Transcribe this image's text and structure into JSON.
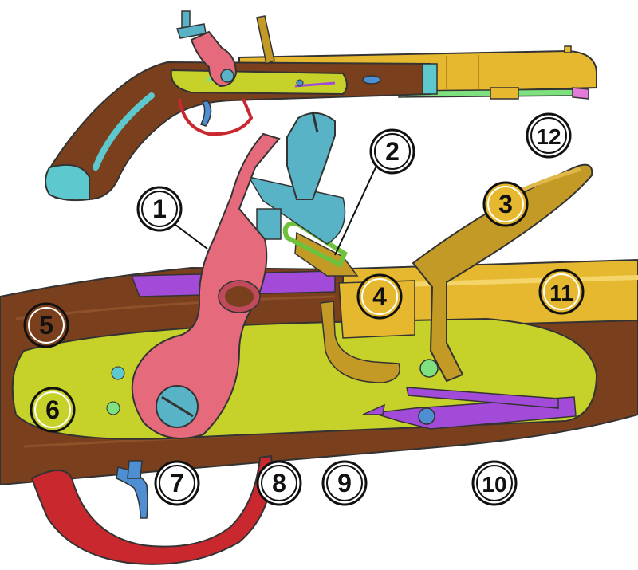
{
  "diagram": {
    "subject": "flintlock-pistol-lock",
    "colors": {
      "wood": "#7a3f1c",
      "wood_dark": "#4f2410",
      "lock_plate": "#c6d12a",
      "barrel": "#e6b830",
      "frizzen": "#c29a25",
      "cock": "#e56a7b",
      "jaw_screw": "#58b3c6",
      "purple": "#a24bd8",
      "trigger_guard": "#c9282f",
      "trigger": "#4e8ed2",
      "ramrod": "#7fe07f",
      "butt_cap": "#5dc9cf"
    },
    "callouts": [
      {
        "id": "c1",
        "label": "1"
      },
      {
        "id": "c2",
        "label": "2"
      },
      {
        "id": "c3",
        "label": "3"
      },
      {
        "id": "c4",
        "label": "4"
      },
      {
        "id": "c5",
        "label": "5"
      },
      {
        "id": "c6",
        "label": "6"
      },
      {
        "id": "c7",
        "label": "7"
      },
      {
        "id": "c8",
        "label": "8"
      },
      {
        "id": "c9",
        "label": "9"
      },
      {
        "id": "c10",
        "label": "10"
      },
      {
        "id": "c11",
        "label": "11"
      },
      {
        "id": "c12",
        "label": "12"
      }
    ]
  }
}
